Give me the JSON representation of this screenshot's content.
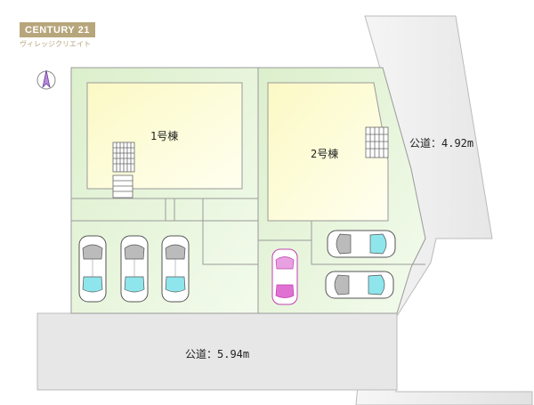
{
  "logo": {
    "brand": "CENTURY 21",
    "subtitle": "ヴィレッジクリエイト"
  },
  "buildings": [
    {
      "id": "building-1",
      "label": "1号棟"
    },
    {
      "id": "building-2",
      "label": "2号棟"
    }
  ],
  "roads": {
    "east": {
      "label": "公道：4.92m"
    },
    "south": {
      "label": "公道：5.94m"
    }
  },
  "colors": {
    "lot_green": "#e4f3d8",
    "building_yellow": "#fbfad0",
    "road_gray": "#e6e6e6",
    "car_accent": "#8ee6ec",
    "car_highlight": "#e070d2"
  }
}
